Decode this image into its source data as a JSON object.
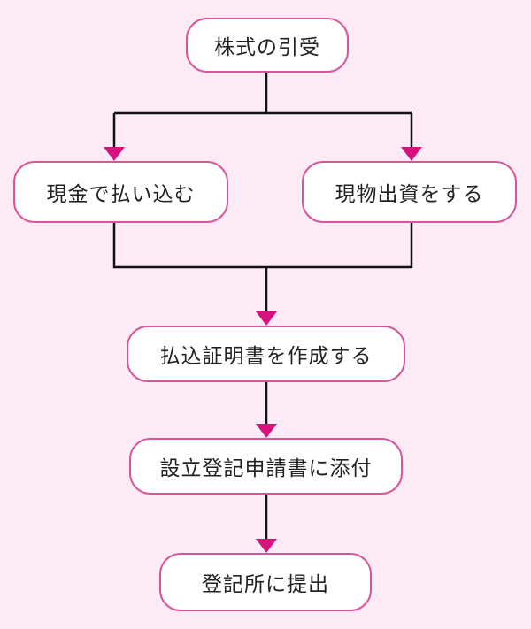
{
  "diagram": {
    "colors": {
      "background": "#fcebf4",
      "box_border": "#d9559a",
      "box_fill": "#ffffff",
      "line": "#111111",
      "arrowhead": "#d6137d",
      "text": "#222222"
    },
    "nodes": [
      {
        "id": "n1",
        "label": "株式の引受"
      },
      {
        "id": "n2",
        "label": "現金で払い込む"
      },
      {
        "id": "n3",
        "label": "現物出資をする"
      },
      {
        "id": "n4",
        "label": "払込証明書を作成する"
      },
      {
        "id": "n5",
        "label": "設立登記申請書に添付"
      },
      {
        "id": "n6",
        "label": "登記所に提出"
      }
    ],
    "edges": [
      {
        "from": "n1",
        "to": "n2"
      },
      {
        "from": "n1",
        "to": "n3"
      },
      {
        "from": "n2",
        "to": "n4"
      },
      {
        "from": "n3",
        "to": "n4"
      },
      {
        "from": "n4",
        "to": "n5"
      },
      {
        "from": "n5",
        "to": "n6"
      }
    ]
  }
}
